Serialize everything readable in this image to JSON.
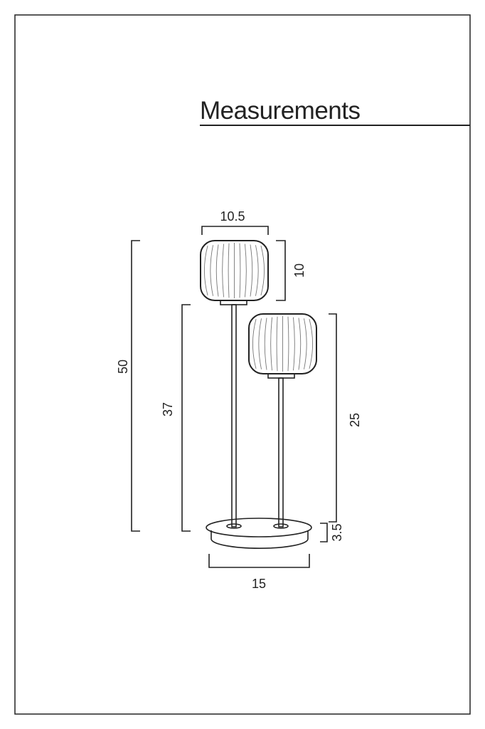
{
  "title": "Measurements",
  "dimensions": {
    "shade_width": "10.5",
    "shade_height": "10",
    "total_height": "50",
    "tall_lamp_stem_height": "37",
    "short_lamp_height": "25",
    "base_height": "3.5",
    "base_width": "15"
  }
}
